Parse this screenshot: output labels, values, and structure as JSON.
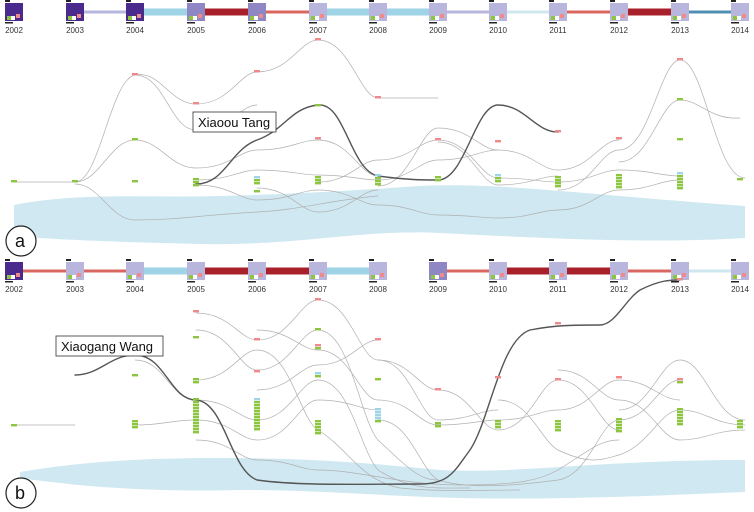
{
  "panels": [
    {
      "id": "a",
      "label": "a",
      "callout": "Xiaoou Tang",
      "years": [
        "2002",
        "2003",
        "2004",
        "2005",
        "2006",
        "2007",
        "2008",
        "2009",
        "2010",
        "2011",
        "2012",
        "2013",
        "2014"
      ]
    },
    {
      "id": "b",
      "label": "b",
      "callout": "Xiaogang Wang",
      "years": [
        "2002",
        "2003",
        "2004",
        "2005",
        "2006",
        "2007",
        "2008",
        "2009",
        "2010",
        "2011",
        "2012",
        "2013",
        "2014"
      ]
    }
  ],
  "colors": {
    "dark_purple": "#4a2a8c",
    "light_purple": "#b8b6dc",
    "dark_red": "#a8202a",
    "salmon": "#d9675f",
    "light_blue": "#9fd3e6",
    "flow_blue": "#cfe7ef",
    "green": "#8cc63f",
    "pink": "#f08a8a",
    "gray_line": "#b0b0b0",
    "highlight_line": "#555555"
  }
}
